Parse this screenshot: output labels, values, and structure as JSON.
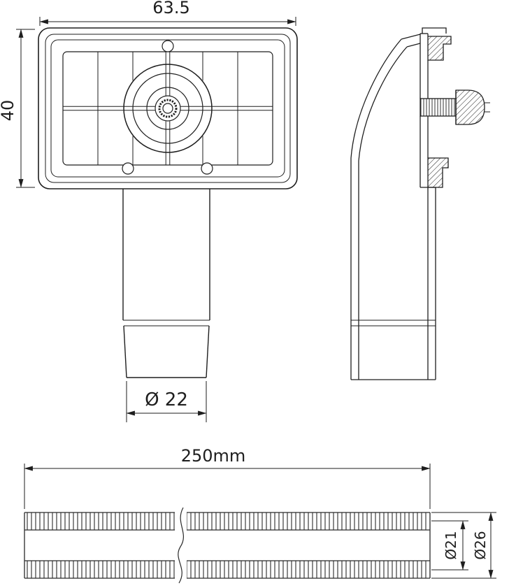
{
  "dimensions": {
    "plate_width": "63.5",
    "plate_height": "40",
    "outlet_diameter": "Ø 22",
    "hose_length": "250mm",
    "hose_inner_diameter": "Ø21",
    "hose_outer_diameter": "Ø26"
  }
}
